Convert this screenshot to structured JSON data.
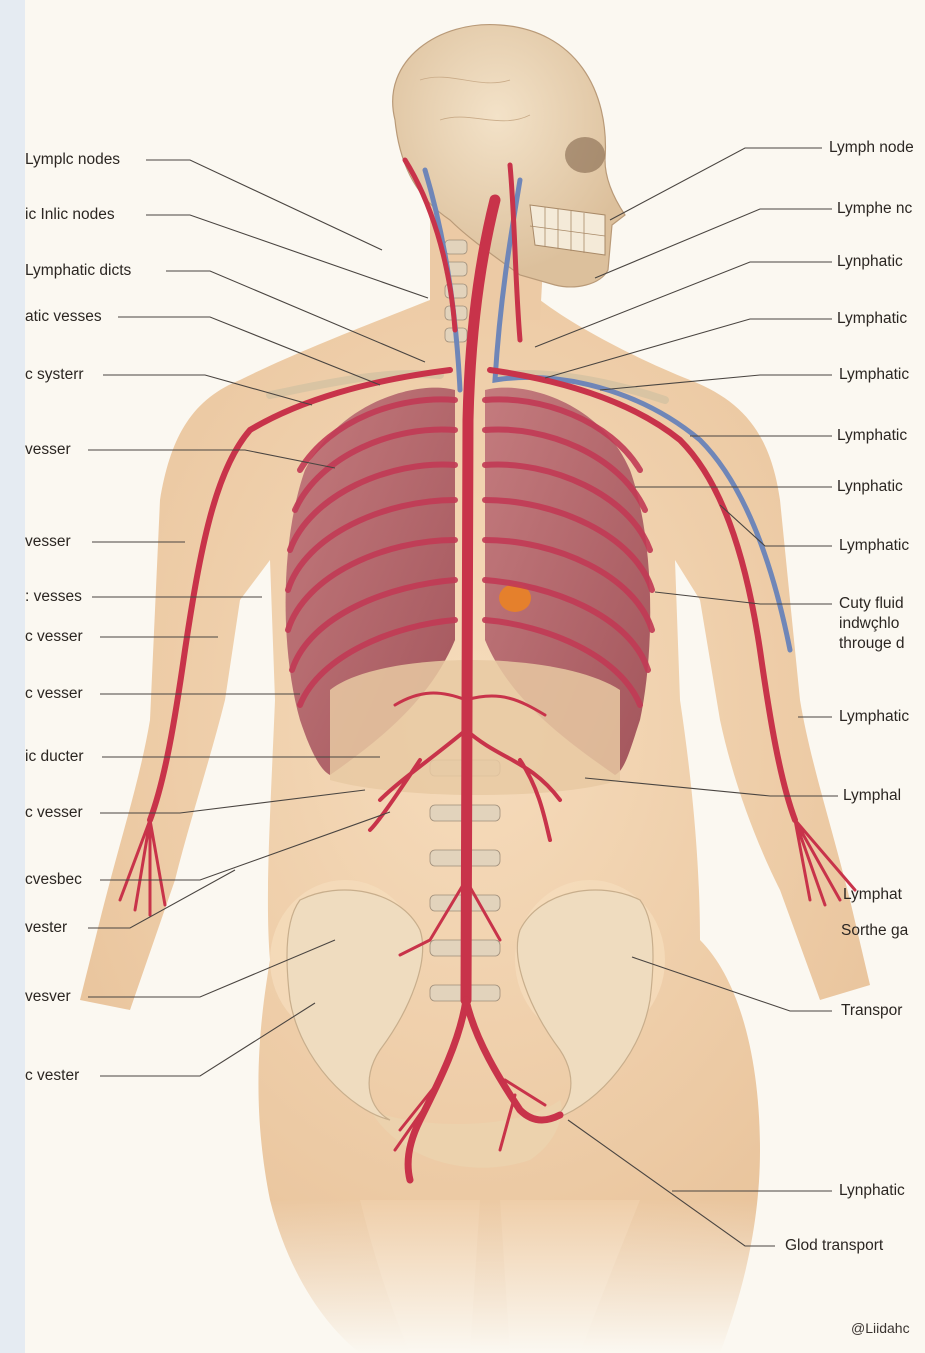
{
  "labels_left": [
    "Lymplc nodes",
    "ic Inlic nodes",
    "Lymphatic dicts",
    "atic vesses",
    "c systerr",
    "vesser",
    "vesser",
    ": vesses",
    "c vesser",
    "c vesser",
    "ic ducter",
    "c vesser",
    "cvesbec",
    "vester",
    "vesver",
    "c vester"
  ],
  "labels_right": [
    "Lymph node",
    "Lymphe nc",
    "Lynphatic",
    "Lymphatic",
    "Lymphatic",
    "Lymphatic",
    "Lynphatic",
    "Lymphatic",
    "Cuty fluid\nindwçhlo\nthrouge d",
    "Lymphatic",
    "Lymphal",
    "Lymphat",
    "Sorthe ga",
    "Transpor",
    "Lynphatic",
    "Glod transport"
  ],
  "credit": "@Liidahc",
  "colors": {
    "background": "#fbf8f1",
    "skin": "#f1d3b0",
    "bone": "#ecd9b8",
    "vessel": "#c8334a",
    "vein": "#6f86b8",
    "lung": "#b65d62",
    "leader_line": "#4a4541"
  }
}
